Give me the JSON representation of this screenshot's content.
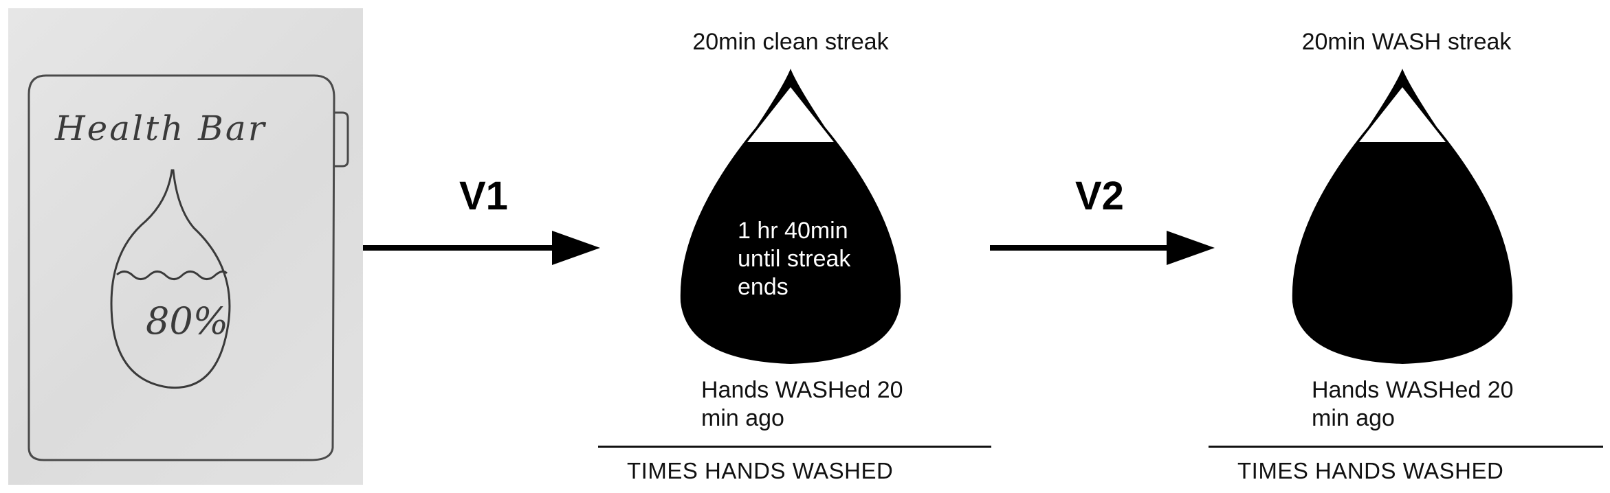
{
  "sketch": {
    "title": "Health Bar",
    "percent": "80%"
  },
  "arrows": [
    {
      "label": "V1"
    },
    {
      "label": "V2"
    }
  ],
  "screen_v1": {
    "streak_title": "20min clean streak",
    "drop_text": "1 hr 40min until streak ends",
    "washed_text": "Hands WASHed 20 min ago",
    "times_label": "TIMES HANDS WASHED"
  },
  "screen_v2": {
    "streak_title": "20min WASH streak",
    "washed_text": "Hands WASHed 20 min ago",
    "times_label": "TIMES HANDS WASHED"
  },
  "colors": {
    "drop_fill": "#000000",
    "sketch_ink": "#3a3a3a",
    "paper": "#e0e0e0"
  }
}
